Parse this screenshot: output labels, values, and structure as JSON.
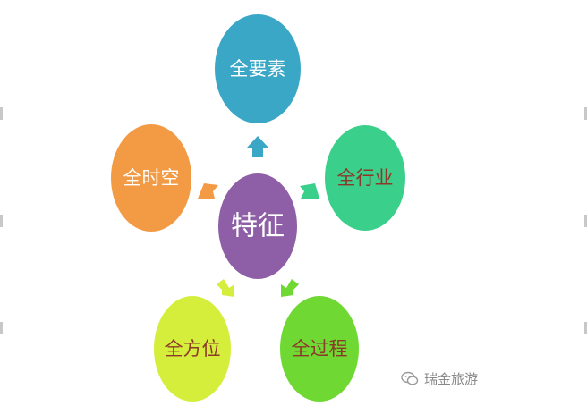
{
  "center": {
    "label": "特征",
    "color": "#8e5fa6"
  },
  "nodes": {
    "top": {
      "label": "全要素",
      "color": "#3aa7c6",
      "text_color": "#ffffff"
    },
    "right": {
      "label": "全行业",
      "color": "#3bcf8c",
      "text_color": "#8b3a2a"
    },
    "bottom_right": {
      "label": "全过程",
      "color": "#6fd832",
      "text_color": "#8b3a2a"
    },
    "bottom_left": {
      "label": "全方位",
      "color": "#d5ee3c",
      "text_color": "#8b3a2a"
    },
    "left": {
      "label": "全时空",
      "color": "#f39a45",
      "text_color": "#ffffff"
    }
  },
  "arrows": {
    "top": "#3aa7c6",
    "right": "#3bcf8c",
    "bottom_right": "#6fd832",
    "bottom_left": "#d5ee3c",
    "left": "#f39a45"
  },
  "watermark": {
    "text": "瑞金旅游",
    "icon": "wechat-icon"
  }
}
